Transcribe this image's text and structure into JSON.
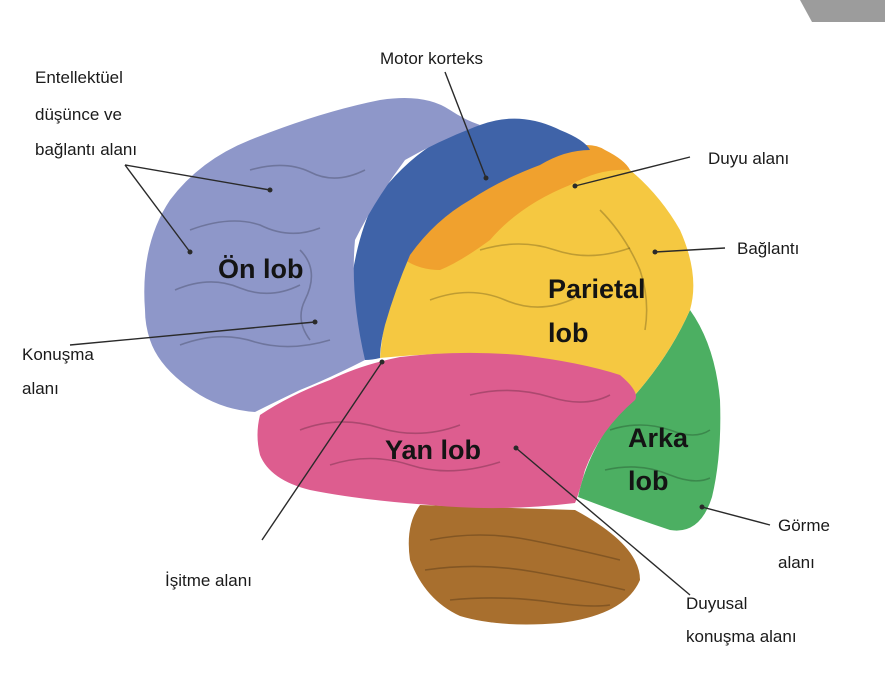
{
  "lobes": {
    "frontal": {
      "label": "Ön lob",
      "color": "#8e97c9"
    },
    "parietal": {
      "label_line1": "Parietal",
      "label_line2": "lob",
      "color": "#f5c841"
    },
    "temporal": {
      "label": "Yan lob",
      "color": "#dd5d8f"
    },
    "occipital": {
      "label_line1": "Arka",
      "label_line2": "lob",
      "color": "#4caf62"
    },
    "motor_cortex": {
      "color": "#3f63a8"
    },
    "sensory_cortex": {
      "color": "#f0a12e"
    },
    "cerebellum": {
      "color": "#a86f2e"
    }
  },
  "annotations": {
    "intellectual": {
      "line1": "Entellektüel",
      "line2": "düşünce ve",
      "line3": "bağlantı alanı"
    },
    "motor": {
      "text": "Motor korteks"
    },
    "sensory": {
      "text": "Duyu alanı"
    },
    "association": {
      "text": "Bağlantı"
    },
    "speech": {
      "line1": "Konuşma",
      "line2": "alanı"
    },
    "hearing": {
      "text": "İşitme alanı"
    },
    "vision": {
      "line1": "Görme",
      "line2": "alanı"
    },
    "sensory_speech": {
      "line1": "Duyusal",
      "line2": "konuşma alanı"
    }
  }
}
